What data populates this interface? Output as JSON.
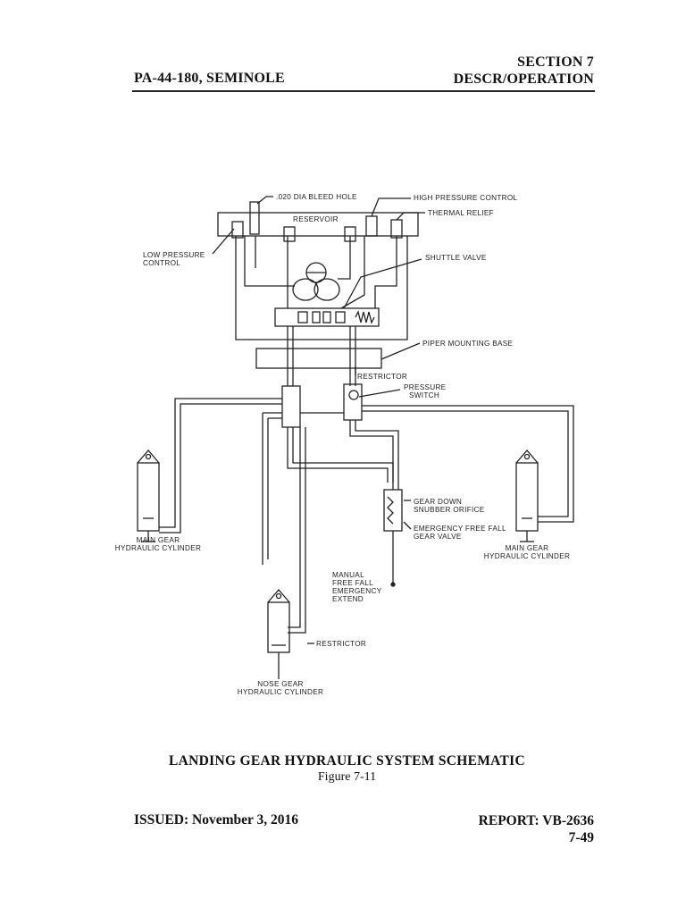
{
  "header": {
    "left": "PA-44-180, SEMINOLE",
    "section": "SECTION 7",
    "subtitle": "DESCR/OPERATION"
  },
  "diagram": {
    "labels": {
      "bleed_hole": ".020 DIA BLEED HOLE",
      "high_pressure_control": "HIGH PRESSURE CONTROL",
      "thermal_relief": "THERMAL RELIEF",
      "reservoir": "RESERVOIR",
      "low_pressure_control_1": "LOW PRESSURE",
      "low_pressure_control_2": "CONTROL",
      "shuttle_valve": "SHUTTLE VALVE",
      "piper_mounting_base": "PIPER MOUNTING BASE",
      "restrictor_top": "RESTRICTOR",
      "pressure_switch_1": "PRESSURE",
      "pressure_switch_2": "SWITCH",
      "snubber_1": "GEAR DOWN",
      "snubber_2": "SNUBBER ORIFICE",
      "free_fall_valve_1": "EMERGENCY FREE FALL",
      "free_fall_valve_2": "GEAR VALVE",
      "main_gear_left_1": "MAIN GEAR",
      "main_gear_left_2": "HYDRAULIC CYLINDER",
      "main_gear_right_1": "MAIN GEAR",
      "main_gear_right_2": "HYDRAULIC CYLINDER",
      "manual_1": "MANUAL",
      "manual_2": "FREE FALL",
      "manual_3": "EMERGENCY",
      "manual_4": "EXTEND",
      "restrictor_bottom": "RESTRICTOR",
      "nose_gear_1": "NOSE GEAR",
      "nose_gear_2": "HYDRAULIC CYLINDER"
    }
  },
  "caption": {
    "title": "LANDING GEAR HYDRAULIC SYSTEM SCHEMATIC",
    "figure": "Figure 7-11"
  },
  "footer": {
    "issued": "ISSUED: November 3, 2016",
    "report": "REPORT: VB-2636",
    "page": "7-49"
  }
}
